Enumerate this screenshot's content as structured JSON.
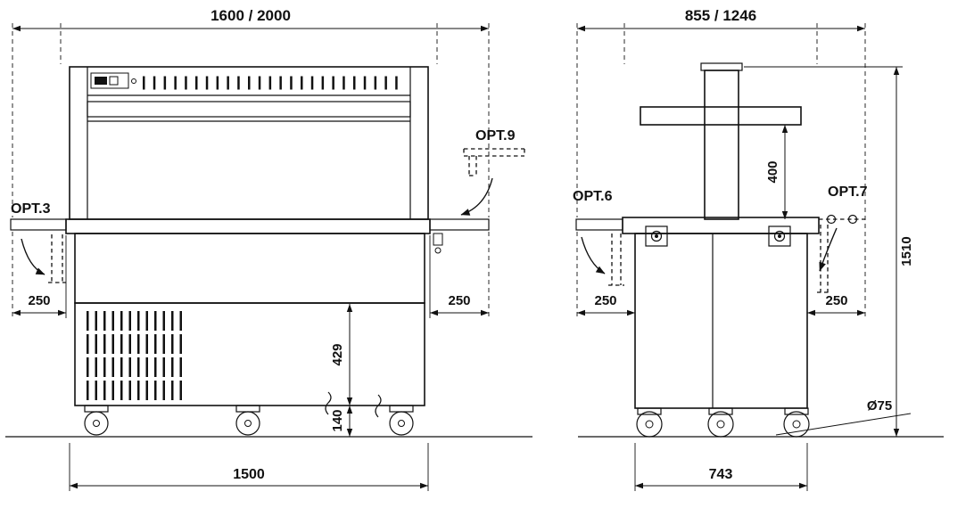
{
  "front_view": {
    "overall_width": "1600 / 2000",
    "option_left_shelf": "OPT.3",
    "option_right_shelf": "OPT.9",
    "left_shelf_depth": "250",
    "right_shelf_depth": "250",
    "base_section_height": "429",
    "caster_section_height": "140",
    "base_width": "1500"
  },
  "side_view": {
    "overall_depth": "855 / 1246",
    "option_left_shelf": "OPT.6",
    "option_right_rail": "OPT.7",
    "left_shelf_depth": "250",
    "right_shelf_depth": "250",
    "overshelf_height": "400",
    "overall_height": "1510",
    "base_depth": "743",
    "caster_diameter": "Ø75"
  },
  "colors": {
    "line": "#111111",
    "background": "#ffffff"
  }
}
